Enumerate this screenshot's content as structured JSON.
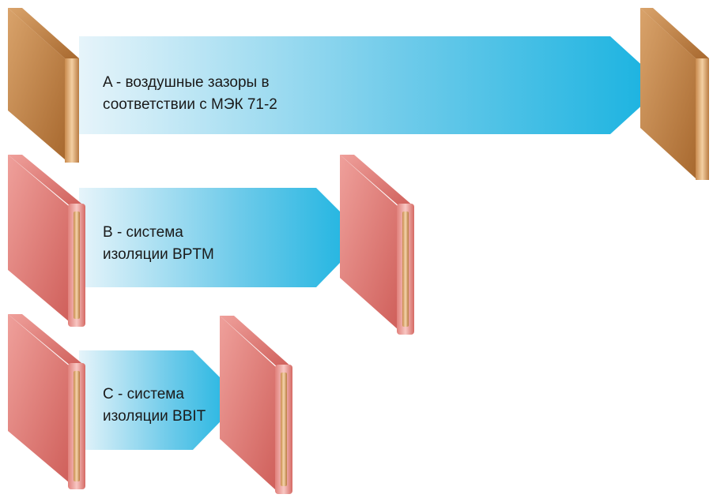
{
  "colors": {
    "arrow_light": "#e4f3fa",
    "arrow_dark": "#1fb4e0",
    "copper_light": "#f0c99c",
    "copper_dark": "#b5773e",
    "pink_light": "#f8c6c2",
    "pink_dark": "#d86a66",
    "text": "#1a1a1a"
  },
  "items": [
    {
      "id": "a",
      "line1": "A - воздушные зазоры в",
      "line2": "соответствии с МЭК 71-2",
      "barrier_style": "copper-plate"
    },
    {
      "id": "b",
      "line1": "B - система",
      "line2": "изоляции BPTM",
      "barrier_style": "insulated-conductor"
    },
    {
      "id": "c",
      "line1": "C - система",
      "line2": "изоляции BBIT",
      "barrier_style": "insulated-conductor"
    }
  ]
}
